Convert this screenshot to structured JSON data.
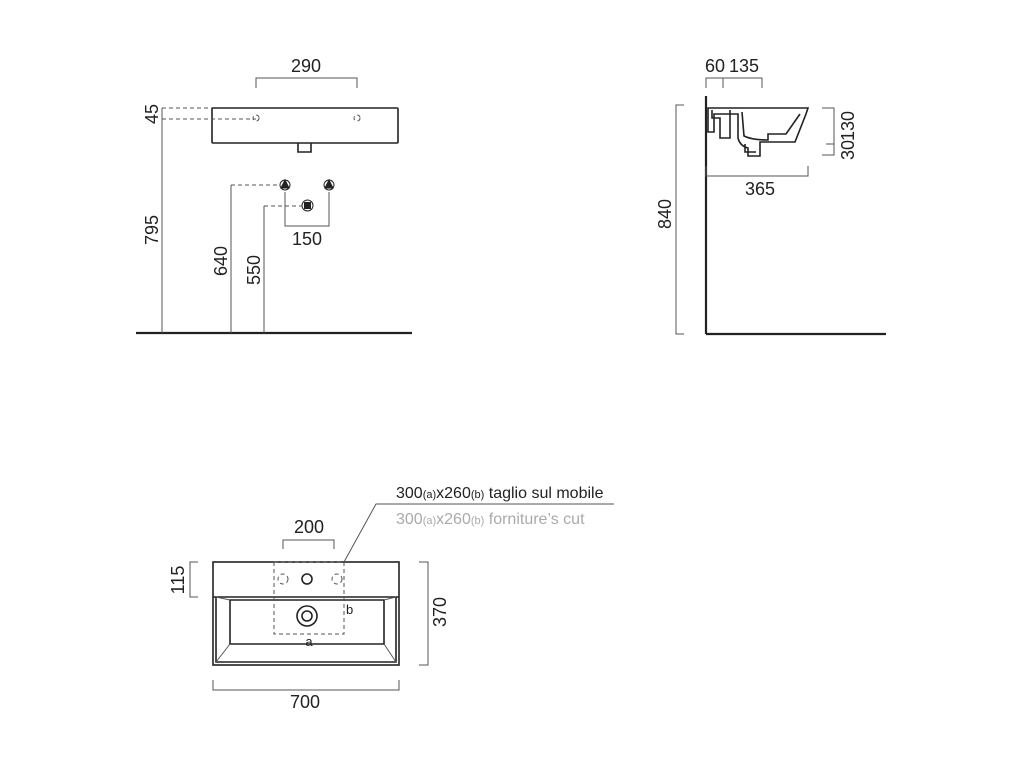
{
  "colors": {
    "line": "#222222",
    "dimension": "#555555",
    "secondary_text": "#aaaaaa"
  },
  "front_view": {
    "dims": {
      "overflow_spacing": "290",
      "top_offset": "45",
      "mount_height": "795",
      "supply_height": "640",
      "drain_height": "550",
      "supply_spacing": "150"
    }
  },
  "side_view": {
    "dims": {
      "wall_gap": "60",
      "drain_offset": "135",
      "rim_height": "130",
      "rim_detail": "30",
      "projection": "365",
      "total_height": "840"
    }
  },
  "top_view": {
    "dims": {
      "tap_spacing": "200",
      "back_ledge": "115",
      "depth": "370",
      "width": "700"
    },
    "cut_labels": {
      "a": "a",
      "b": "b"
    },
    "note_it": {
      "w": "300",
      "w_sub": "(a)",
      "x": "x260",
      "x_sub": "(b)",
      "text": " taglio sul mobile"
    },
    "note_en": {
      "w": "300",
      "w_sub": "(a)",
      "x": "x260",
      "x_sub": "(b)",
      "text": " forniture’s cut"
    }
  }
}
